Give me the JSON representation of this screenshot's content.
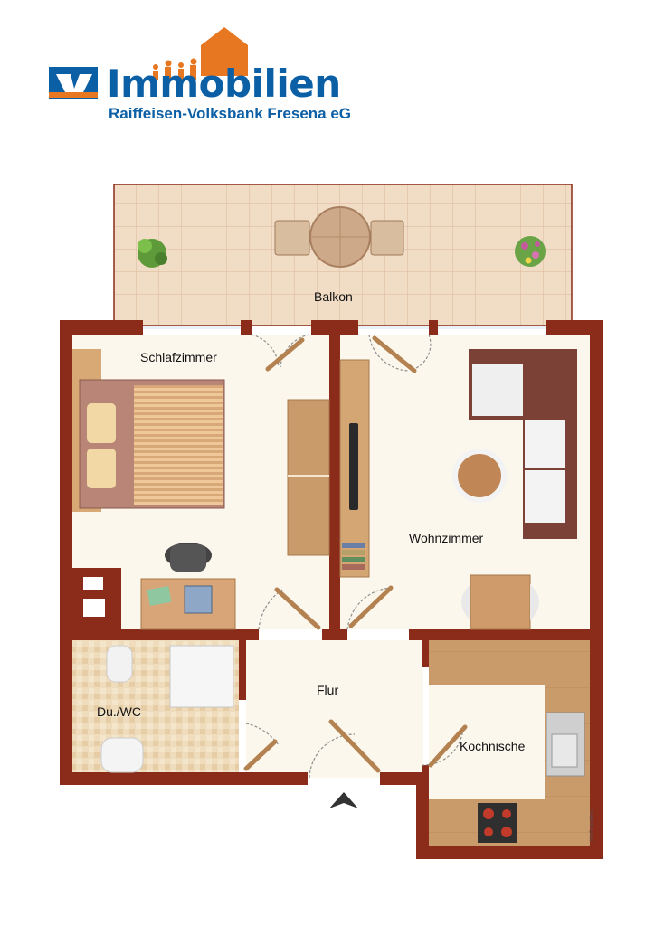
{
  "logo": {
    "title": "Immobilien",
    "subtitle": "Raiffeisen-Volksbank Fresena eG",
    "brand_blue": "#0b5fa5",
    "brand_orange": "#e87722"
  },
  "rooms": {
    "balcony": "Balkon",
    "bedroom": "Schlafzimmer",
    "living": "Wohnzimmer",
    "hall": "Flur",
    "bath": "Du./WC",
    "kitchen": "Kochnische"
  },
  "credit": "McGrundriss",
  "colors": {
    "wall": "#8b2b1a",
    "floor": "#fbf7ec",
    "tile": "#efdcc5",
    "wood": "#c99a6a"
  }
}
